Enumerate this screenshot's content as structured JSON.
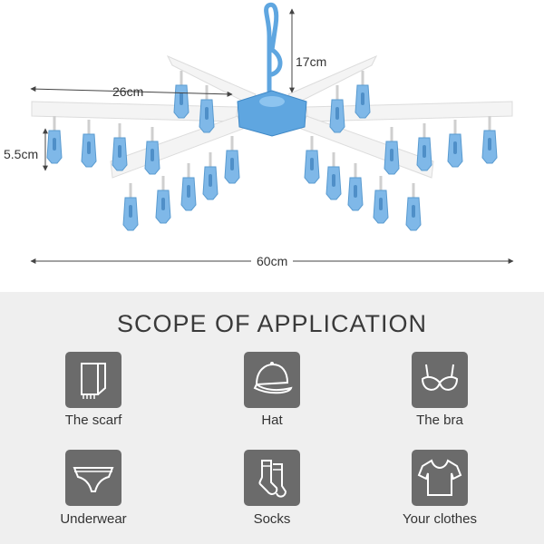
{
  "product": {
    "dimensions": {
      "hook_height": "17cm",
      "arm_length": "26cm",
      "clip_length": "5.5cm",
      "total_width": "60cm"
    },
    "colors": {
      "clip": "#7fb8e8",
      "hub": "#5fa6e0",
      "arm": "#f4f4f4"
    }
  },
  "application": {
    "title": "SCOPE OF APPLICATION",
    "items": [
      {
        "label": "The scarf",
        "icon": "scarf-icon"
      },
      {
        "label": "Hat",
        "icon": "cap-icon"
      },
      {
        "label": "The bra",
        "icon": "bra-icon"
      },
      {
        "label": "Underwear",
        "icon": "briefs-icon"
      },
      {
        "label": "Socks",
        "icon": "socks-icon"
      },
      {
        "label": "Your clothes",
        "icon": "tshirt-icon"
      }
    ]
  }
}
